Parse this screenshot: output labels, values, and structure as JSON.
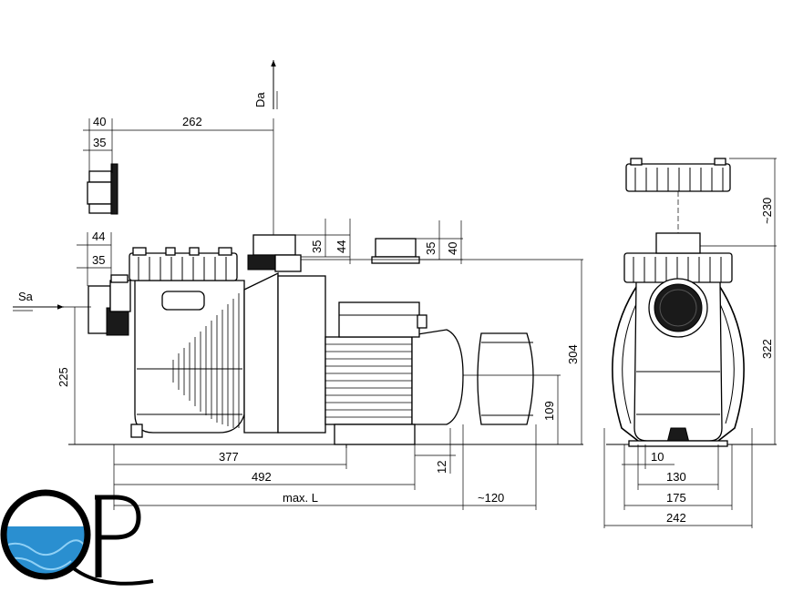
{
  "labels": {
    "sa": "Sa",
    "da": "Da"
  },
  "dimensions": {
    "top_40": "40",
    "top_262": "262",
    "top_35": "35",
    "inlet_44": "44",
    "inlet_35": "35",
    "union_35": "35",
    "union_44": "44",
    "spare_35": "35",
    "spare_40": "40",
    "height_225": "225",
    "height_304": "304",
    "height_109": "109",
    "foot_12": "12",
    "len_377": "377",
    "len_492": "492",
    "len_max": "max. L",
    "len_120": "~120",
    "side_230": "~230",
    "side_322": "322",
    "side_10": "10",
    "side_130": "130",
    "side_175": "175",
    "side_242": "242"
  },
  "logo": {
    "text": "QP",
    "water_color": "#2a8fd0"
  }
}
